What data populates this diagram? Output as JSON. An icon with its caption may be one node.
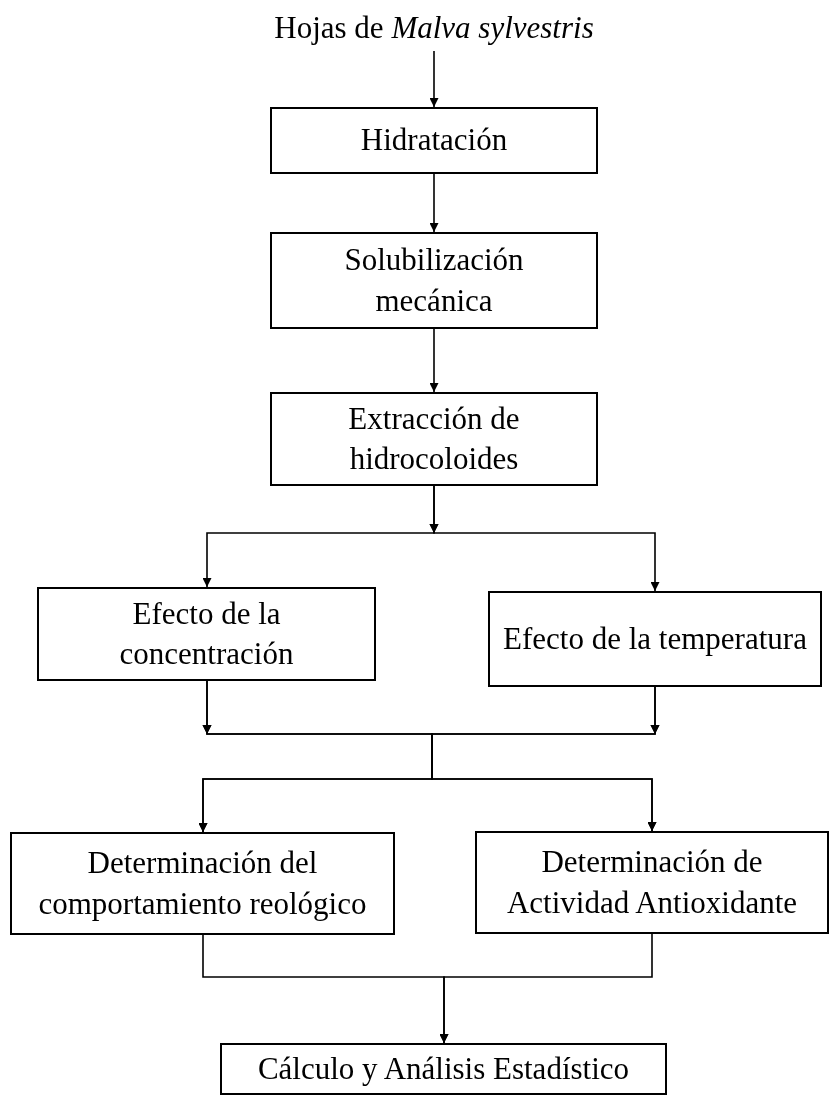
{
  "diagram": {
    "nodes": [
      {
        "text": [
          "Hojas de *Malva sylvestris*"
        ]
      },
      {
        "text": [
          "Hidratación"
        ]
      },
      {
        "text": [
          "Solubilización mecánica"
        ]
      },
      {
        "text": [
          "Extracción de hidrocoloides"
        ]
      },
      {
        "text": [
          "Efecto de la concentración"
        ]
      },
      {
        "text": [
          "Efecto de la temperatura"
        ]
      },
      {
        "text": [
          "Determinación del comportamiento reológico"
        ]
      },
      {
        "text": [
          "Determinación de Actividad Antioxidante"
        ]
      },
      {
        "text": [
          "Cálculo y Análisis Estadístico"
        ]
      }
    ],
    "edges": [
      {
        "from": 0,
        "to": 1,
        "arrow": "to"
      },
      {
        "from": 1,
        "to": 2,
        "arrow": "to"
      },
      {
        "from": 2,
        "to": 3,
        "arrow": "to"
      },
      {
        "from": 3,
        "to": 4,
        "arrow": "to"
      },
      {
        "from": 3,
        "to": 5,
        "arrow": "to"
      },
      {
        "from": 4,
        "to": 6,
        "arrow": "to"
      },
      {
        "from": 4,
        "to": 7,
        "arrow": "to"
      },
      {
        "from": 5,
        "to": 6,
        "arrow": "to"
      },
      {
        "from": 5,
        "to": 7,
        "arrow": "to"
      },
      {
        "from": 6,
        "to": 8,
        "arrow": "to"
      },
      {
        "from": 7,
        "to": 8,
        "arrow": "to"
      }
    ]
  }
}
